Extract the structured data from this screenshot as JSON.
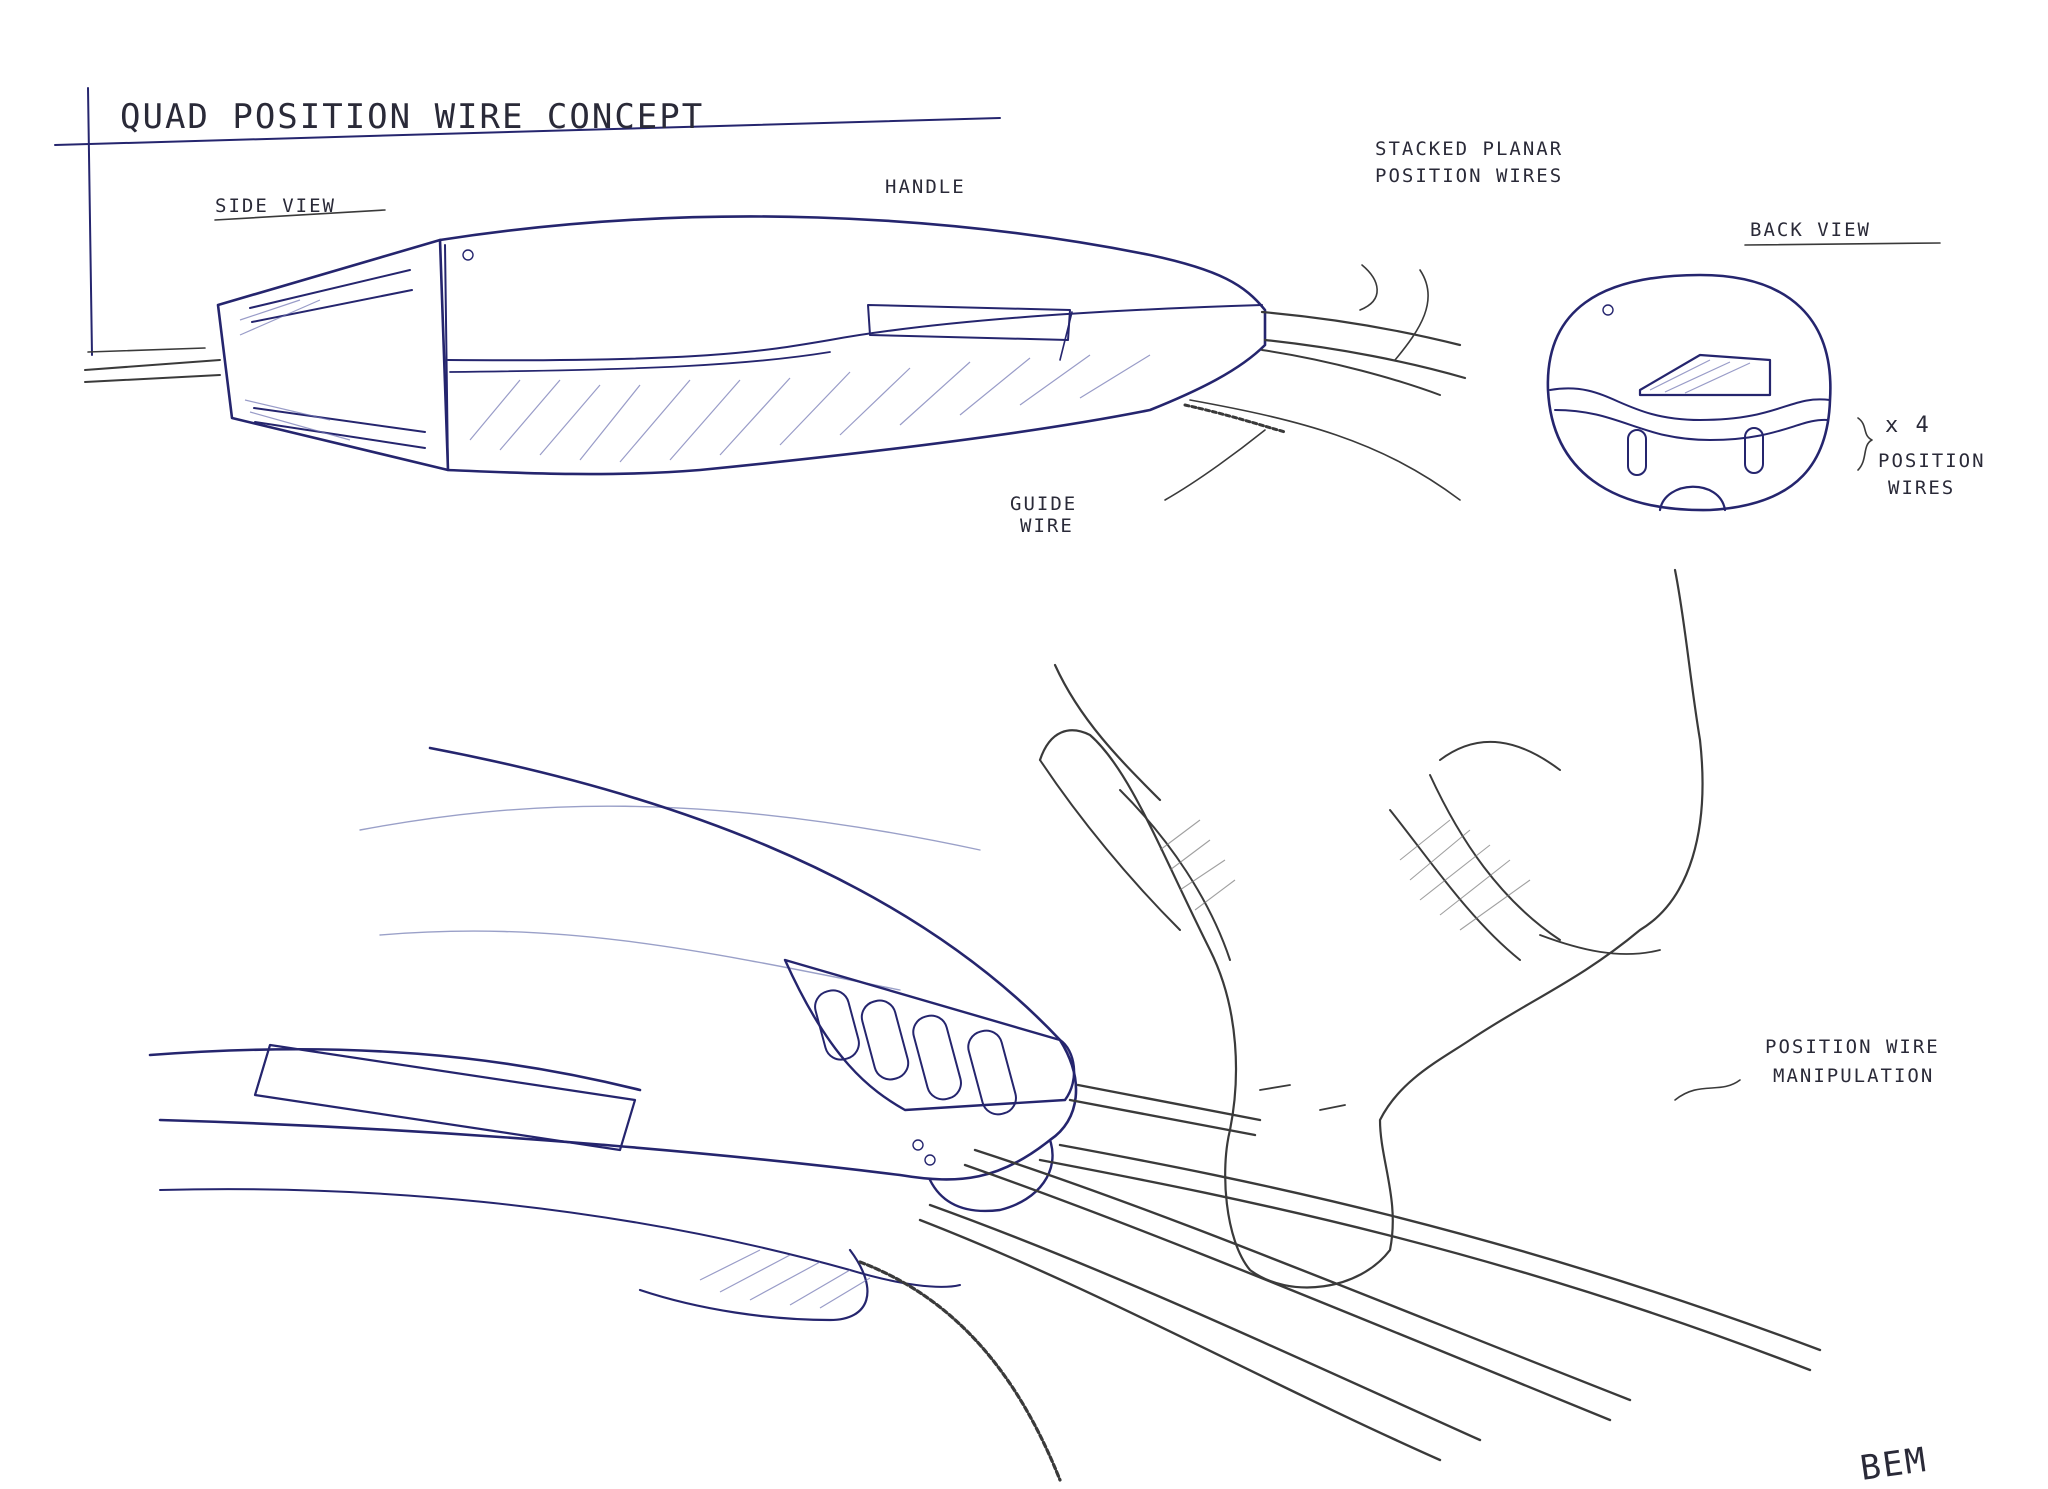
{
  "title": "QUAD POSITION WIRE CONCEPT",
  "labels": {
    "side_view": "SIDE VIEW",
    "handle": "HANDLE",
    "stacked_line1": "STACKED PLANAR",
    "stacked_line2": "POSITION WIRES",
    "back_view": "BACK VIEW",
    "guide_line1": "GUIDE",
    "guide_line2": "WIRE",
    "x4_line1": "x 4",
    "x4_line2": "POSITION",
    "x4_line3": "WIRES",
    "manip_line1": "POSITION WIRE",
    "manip_line2": "MANIPULATION"
  },
  "signature": "BEM",
  "colors": {
    "ink": "#25256e",
    "pencil": "#3a3a3a",
    "paper": "#ffffff"
  }
}
